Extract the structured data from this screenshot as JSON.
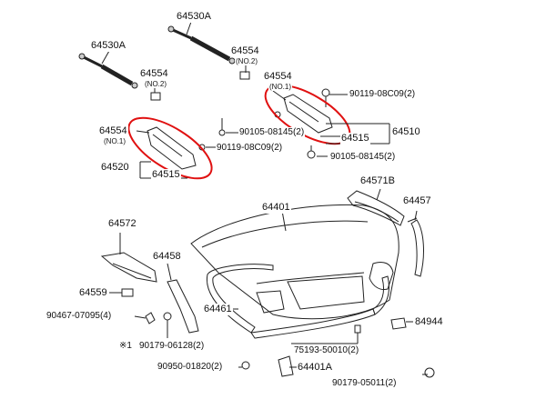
{
  "labels": {
    "p64530a_top": "64530A",
    "p64530a_left": "64530A",
    "p64554_a": "64554",
    "p64554_a_note": "(NO.2)",
    "p64554_b": "64554",
    "p64554_b_note": "(NO.2)",
    "p64554_c": "64554",
    "p64554_c_note": "(NO.1)",
    "p64554_d": "64554",
    "p64554_d_note": "(NO.1)",
    "p90119_right": "90119-08C09(2)",
    "p90119_left": "90119-08C09(2)",
    "p90105_left": "90105-08145(2)",
    "p90105_right": "90105-08145(2)",
    "p64515_right": "64515",
    "p64515_left": "64515",
    "p64510": "64510",
    "p64520": "64520",
    "p64571b": "64571B",
    "p64457": "64457",
    "p64401": "64401",
    "p64572": "64572",
    "p64458": "64458",
    "p64559": "64559",
    "p90467": "90467-07095(4)",
    "p90179_06128": "90179-06128(2)",
    "mark1": "※1",
    "p64461": "64461",
    "p84944": "84944",
    "p75193": "75193-50010(2)",
    "p90950": "90950-01820(2)",
    "p64401a": "64401A",
    "p90179_05011": "90179-05011(2)"
  },
  "colors": {
    "line": "#222222",
    "highlight": "#e01010"
  }
}
